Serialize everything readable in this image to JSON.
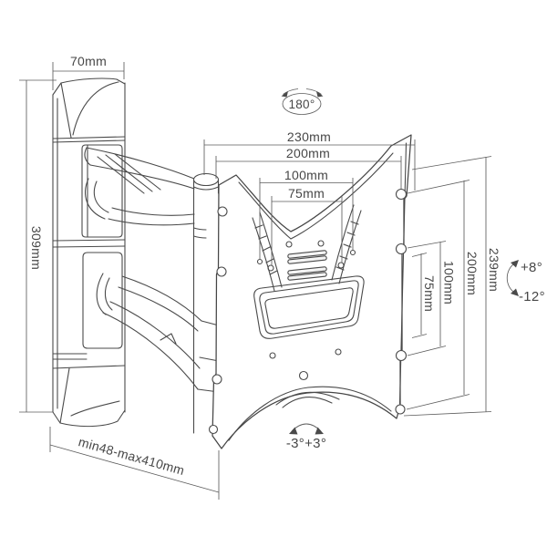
{
  "annotations": {
    "dim_70": "70mm",
    "dim_309": "309mm",
    "dim_range": "min48-max410mm",
    "swivel": "180°",
    "top_dims": [
      "230mm",
      "200mm",
      "100mm",
      "75mm"
    ],
    "right_dims": [
      "239mm",
      "200mm",
      "100mm",
      "75mm"
    ],
    "tilt_up": "+8°",
    "tilt_down": "-12°",
    "level_rotation": "-3°+3°"
  },
  "colors": {
    "line": "#4a4a4a",
    "dimension_line": "#5d5d5d",
    "text": "#474747",
    "background": "#ffffff"
  }
}
